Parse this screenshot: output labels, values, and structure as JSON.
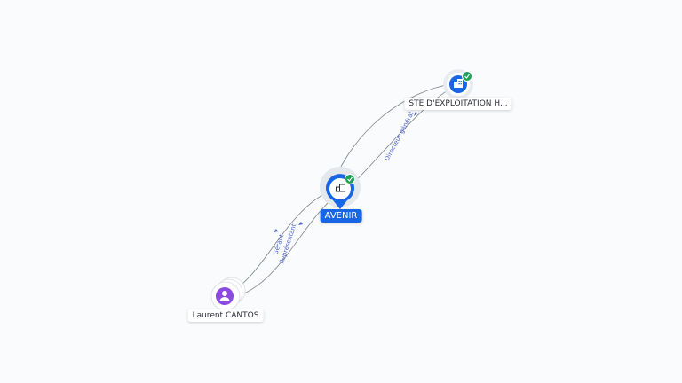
{
  "nodes": {
    "center": {
      "label": "AVENIR",
      "icon": "building-icon",
      "verified": true,
      "color": "#1766e6"
    },
    "company": {
      "label": "STE D'EXPLOITATION H...",
      "icon": "building-icon",
      "verified": true,
      "color": "#1766e6"
    },
    "person": {
      "label": "Laurent CANTOS",
      "icon": "person-icon",
      "color": "#8b4be0"
    }
  },
  "edges": {
    "center_company": {
      "label": "Directeur général"
    },
    "person_center_1": {
      "label": "Gérant"
    },
    "person_center_2": {
      "label": "Représentant"
    }
  },
  "colors": {
    "verified": "#1e9e58",
    "edge": "#7a7f89",
    "edge_label": "#4f63c9"
  }
}
